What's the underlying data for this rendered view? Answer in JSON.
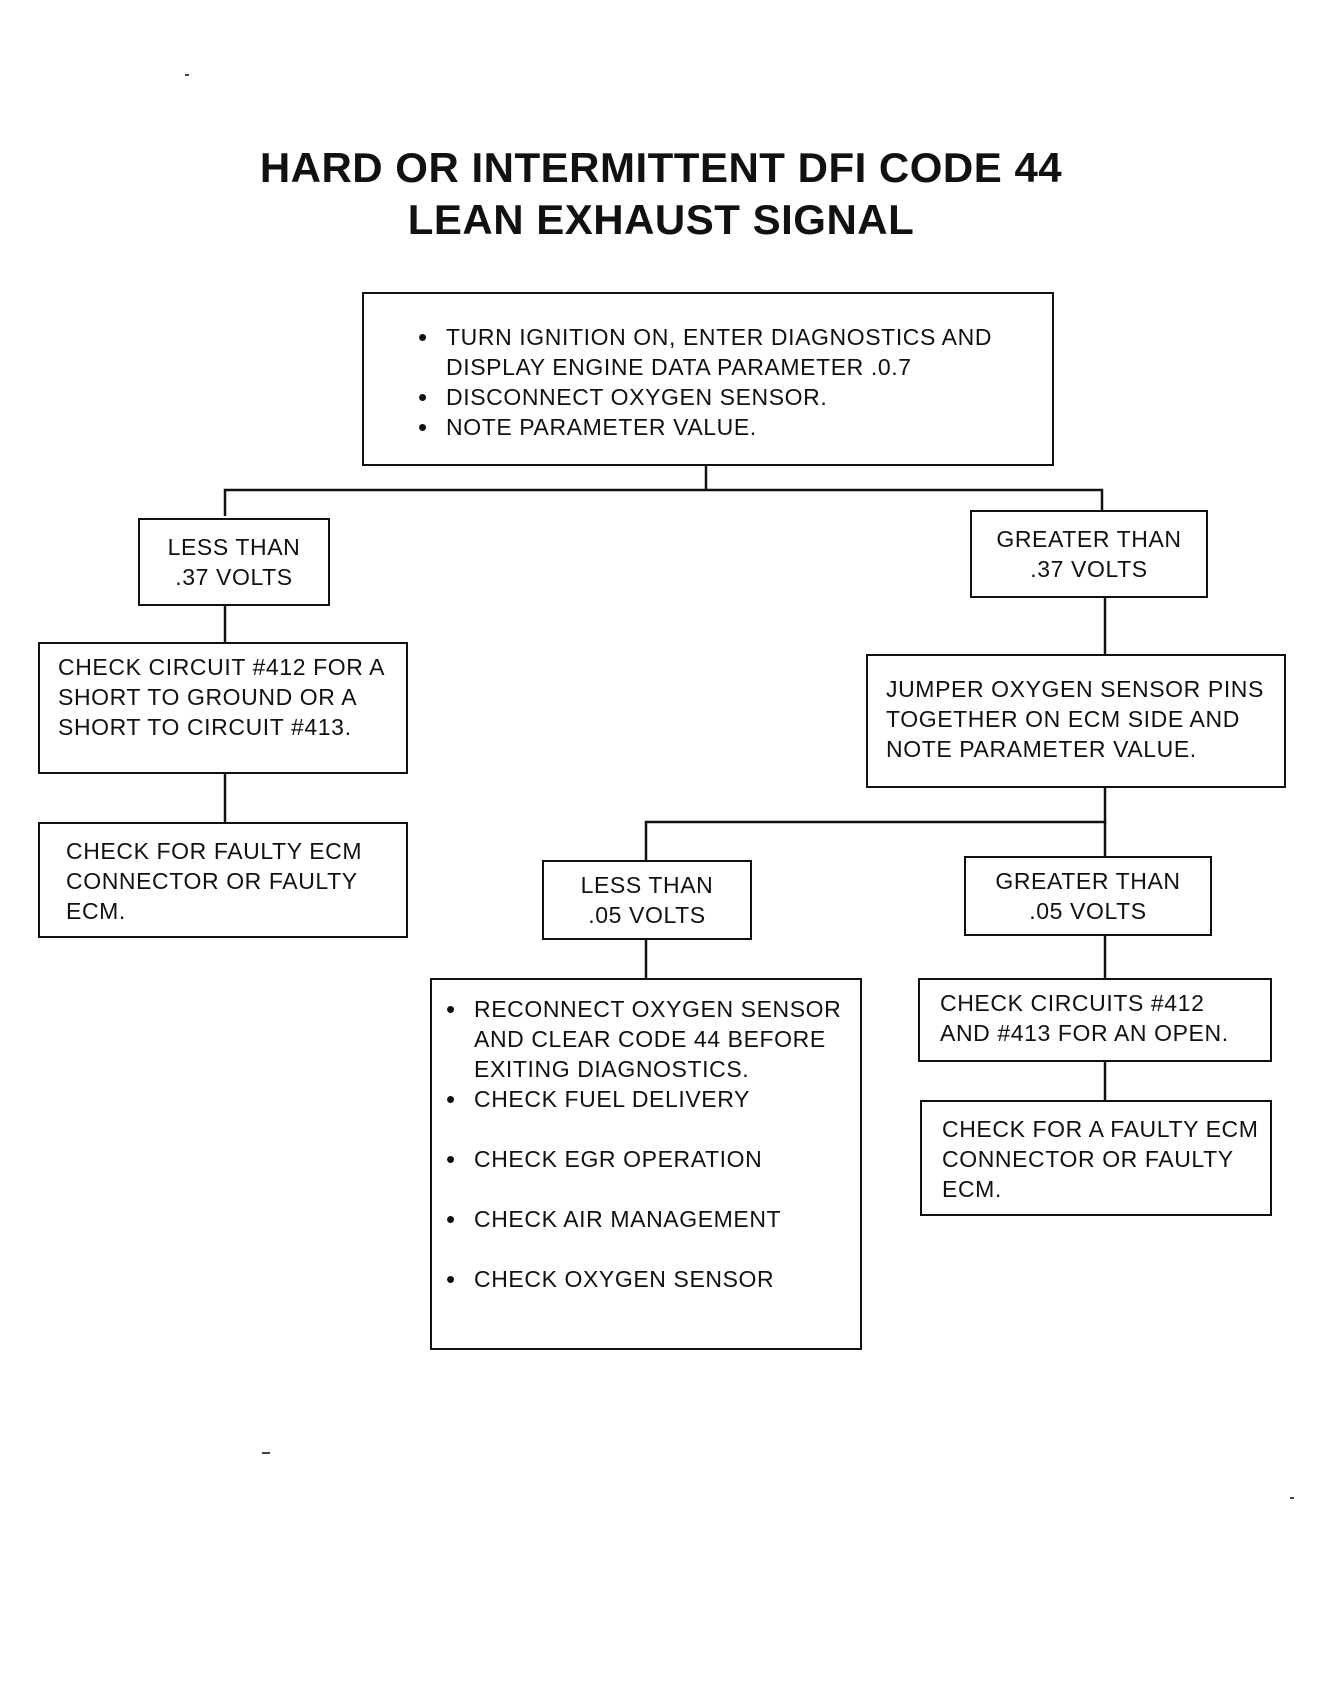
{
  "title": {
    "line1": "HARD OR INTERMITTENT DFI CODE 44",
    "line2": "LEAN EXHAUST SIGNAL"
  },
  "start": {
    "items": [
      "TURN IGNITION ON, ENTER DIAGNOSTICS AND DISPLAY ENGINE DATA PARAMETER .0.7",
      "DISCONNECT OXYGEN SENSOR.",
      "NOTE PARAMETER VALUE."
    ]
  },
  "left_branch": {
    "condition": {
      "line1": "LESS THAN",
      "line2": ".37 VOLTS"
    },
    "check_circuit": "CHECK CIRCUIT #412 FOR A SHORT TO GROUND OR A SHORT TO CIRCUIT #413.",
    "check_ecm": "CHECK FOR FAULTY ECM CONNECTOR OR FAULTY ECM."
  },
  "right_branch": {
    "condition": {
      "line1": "GREATER THAN",
      "line2": ".37 VOLTS"
    },
    "jumper": "JUMPER OXYGEN SENSOR PINS TOGETHER ON ECM SIDE AND NOTE PARAMETER VALUE.",
    "less": {
      "condition": {
        "line1": "LESS THAN",
        "line2": ".05 VOLTS"
      },
      "items": [
        "RECONNECT OXYGEN SENSOR AND CLEAR CODE 44 BEFORE EXITING DIAGNOSTICS.",
        "CHECK FUEL DELIVERY",
        "CHECK EGR OPERATION",
        "CHECK AIR MANAGEMENT",
        "CHECK OXYGEN SENSOR"
      ]
    },
    "greater": {
      "condition": {
        "line1": "GREATER THAN",
        "line2": ".05 VOLTS"
      },
      "check_circuits": "CHECK CIRCUITS #412 AND #413 FOR AN OPEN.",
      "check_ecm": "CHECK FOR A FAULTY ECM CONNECTOR OR FAULTY ECM."
    }
  }
}
